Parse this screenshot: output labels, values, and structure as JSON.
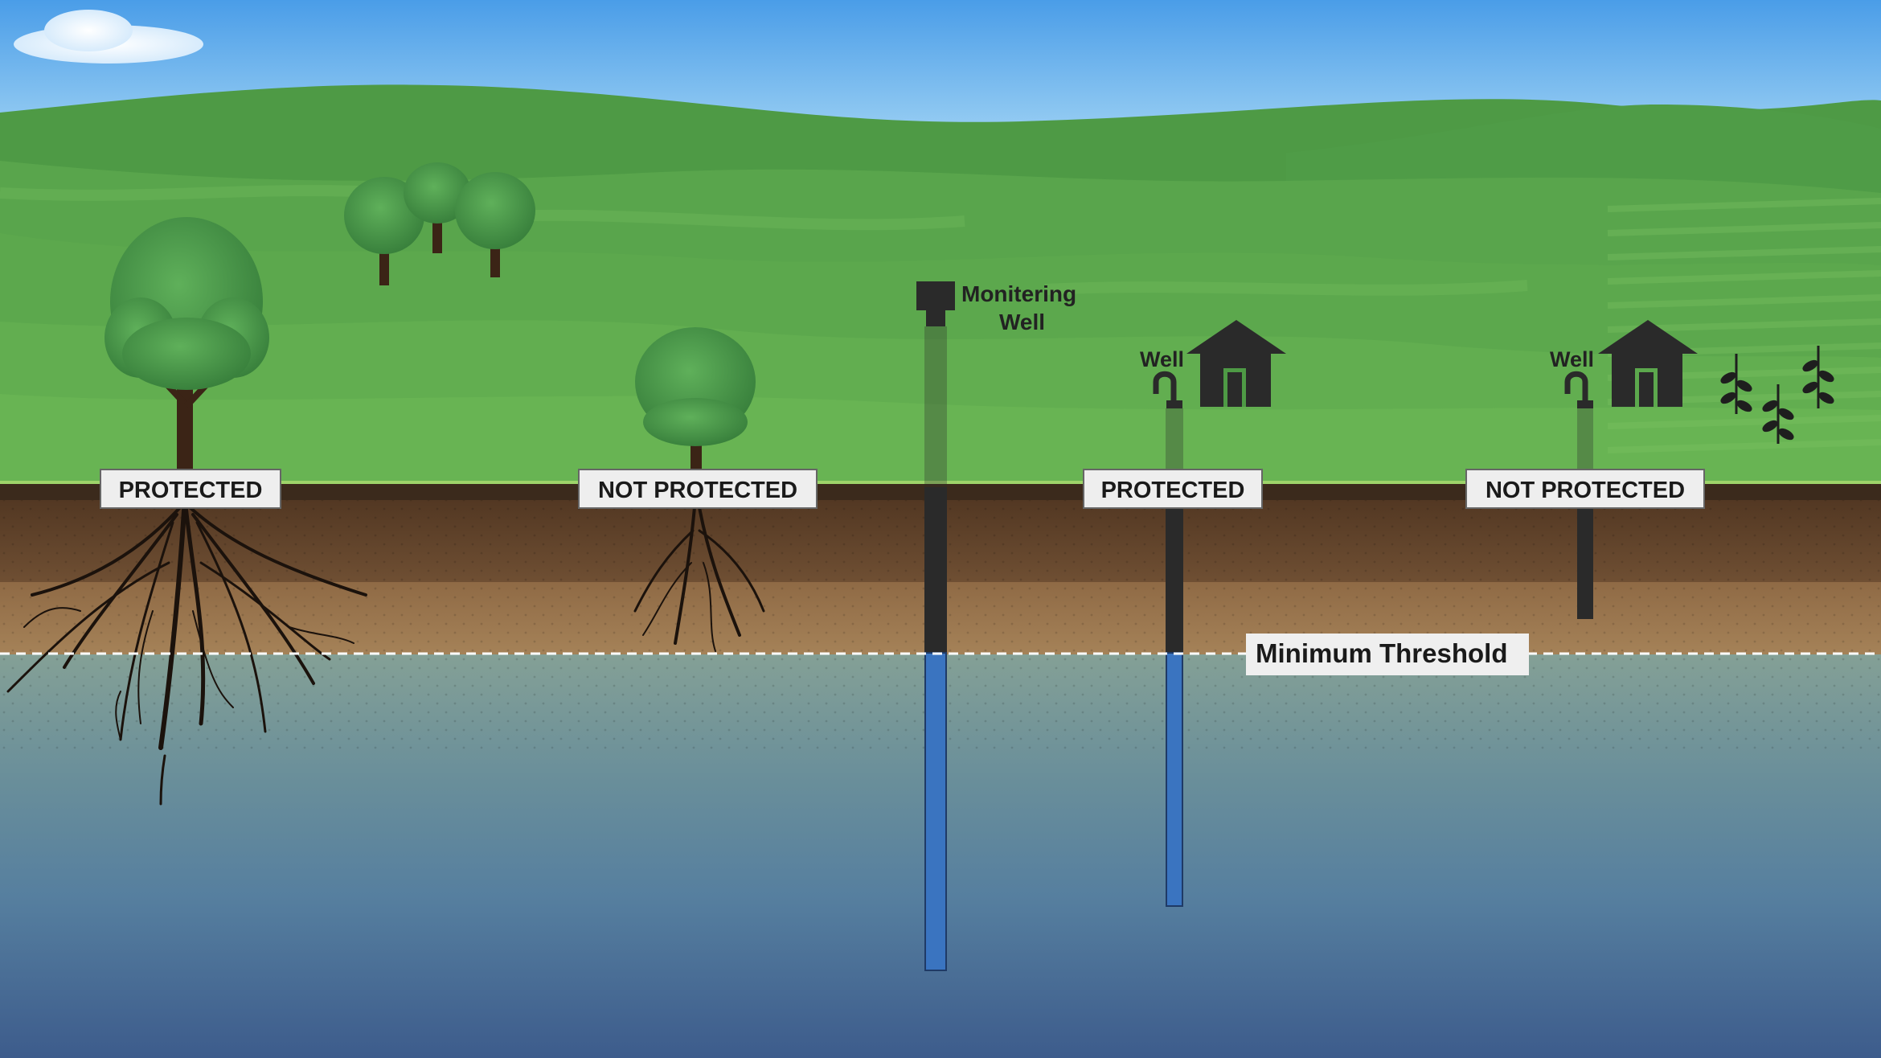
{
  "labels": {
    "tree_large_status": "PROTECTED",
    "tree_small_status": "NOT PROTECTED",
    "well_deep_status": "PROTECTED",
    "well_shallow_status": "NOT PROTECTED",
    "monitoring_well_line1": "Monitering",
    "monitoring_well_line2": "Well",
    "domestic_well_label": "Well",
    "farm_well_label": "Well",
    "threshold_label": "Minimum Threshold"
  },
  "colors": {
    "sky_top": "#4a9de8",
    "sky_bottom": "#a8d8f5",
    "grass": "#5ea84a",
    "topsoil": "#5a3e28",
    "subsoil": "#9c7650",
    "groundwater_top": "#7f9a92",
    "groundwater_bottom": "#3f5f8f",
    "well_casing": "#2a2a2a",
    "well_water": "#3a74c0",
    "label_bg": "#eeeeee",
    "threshold_line": "#ffffff"
  },
  "icons": [
    "cloud-icon",
    "tree-icon",
    "house-icon",
    "well-faucet-icon",
    "crop-plant-icon",
    "roots-icon"
  ]
}
